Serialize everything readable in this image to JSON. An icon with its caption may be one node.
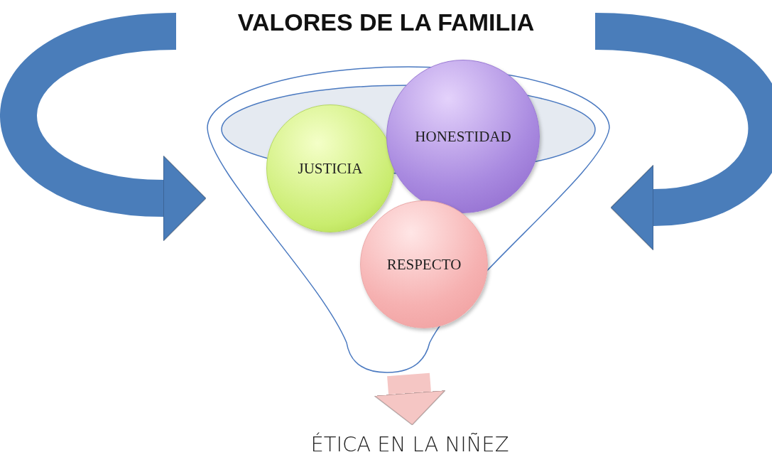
{
  "diagram": {
    "title": "VALORES DE LA FAMILIA",
    "nodes": [
      {
        "text": [],
        "shape": "funnel"
      },
      {
        "text": [
          "JUSTICIA"
        ],
        "in": 0
      },
      {
        "text": [
          "HONESTIDAD"
        ],
        "in": 0
      },
      {
        "text": [
          "RESPECTO"
        ],
        "in": 0
      },
      {
        "text": [
          "ÉTICA EN LA NIÑEZ"
        ]
      }
    ],
    "edges": [
      {
        "from": null,
        "to": 0,
        "arrow": "to"
      },
      {
        "from": null,
        "to": 0,
        "arrow": "to"
      },
      {
        "from": 0,
        "to": 4,
        "arrow": "to",
        "color": "#f5c6c4"
      }
    ]
  }
}
